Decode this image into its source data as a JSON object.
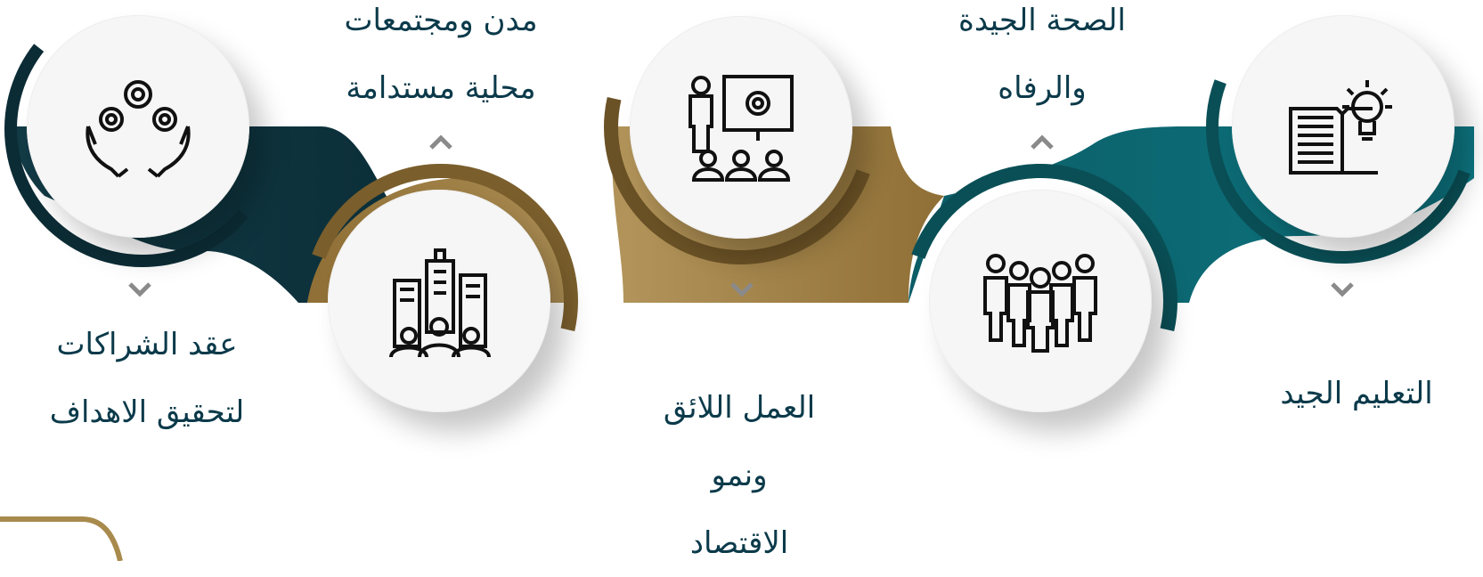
{
  "colors": {
    "dark_navy": "#0f3440",
    "gold": "#a88a4c",
    "gold_dark": "#7a5e2c",
    "teal": "#0a6a74",
    "teal_dark": "#09545c",
    "label_text": "#0b3a4a",
    "chevron": "#8a8a8a"
  },
  "steps": [
    {
      "id": "quality-education",
      "lines": [
        "التعليم الجيد"
      ],
      "icon": "book-lightbulb-icon",
      "label_side": "below"
    },
    {
      "id": "good-health",
      "lines": [
        "الصحة الجيدة",
        "والرفاه"
      ],
      "icon": "group-people-icon",
      "label_side": "above"
    },
    {
      "id": "decent-work",
      "lines": [
        "العمل اللائق",
        "ونمو",
        "الاقتصاد"
      ],
      "icon": "presentation-board-icon",
      "label_side": "below"
    },
    {
      "id": "sustainable-cities",
      "lines": [
        "مدن ومجتمعات",
        "محلية مستدامة"
      ],
      "icon": "city-buildings-icon",
      "label_side": "above"
    },
    {
      "id": "partnerships",
      "lines": [
        "عقد الشراكات",
        "لتحقيق الاهداف"
      ],
      "icon": "hands-gears-icon",
      "label_side": "below"
    }
  ]
}
